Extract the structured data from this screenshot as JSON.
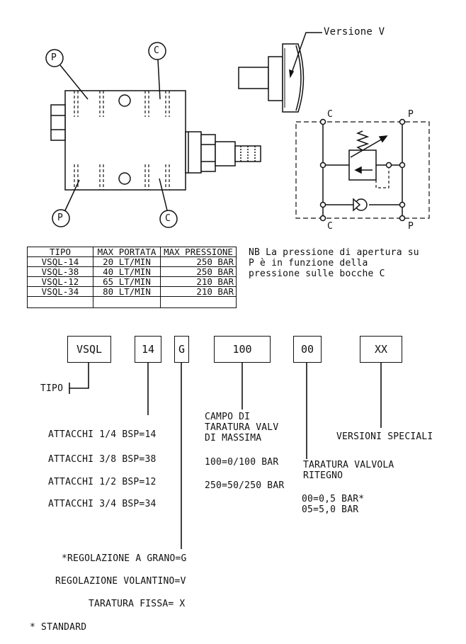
{
  "drawing": {
    "port_p": "P",
    "port_c": "C",
    "version_label": "Versione V"
  },
  "schematic": {
    "top_left": "C",
    "top_right": "P",
    "bottom_left": "C",
    "bottom_right": "P"
  },
  "table": {
    "headers": [
      "TIPO",
      "MAX PORTATA",
      "MAX PRESSIONE"
    ],
    "rows": [
      [
        "VSQL-14",
        "20 LT/MIN",
        "250 BAR"
      ],
      [
        "VSQL-38",
        "40 LT/MIN",
        "250 BAR"
      ],
      [
        "VSQL-12",
        "65 LT/MIN",
        "210 BAR"
      ],
      [
        "VSQL-34",
        "80 LT/MIN",
        "210 BAR"
      ],
      [
        "",
        "",
        ""
      ]
    ]
  },
  "note": {
    "line1": "NB La pressione di apertura su",
    "line2": "P è in funzione della",
    "line3": "pressione sulle bocche C"
  },
  "code_boxes": [
    "VSQL",
    "14",
    "G",
    "100",
    "00",
    "XX"
  ],
  "tipo_label": "TIPO",
  "attacchi": [
    "ATTACCHI 1/4 BSP=14",
    "ATTACCHI 3/8 BSP=38",
    "ATTACCHI 1/2 BSP=12",
    "ATTACCHI 3/4 BSP=34"
  ],
  "campo": {
    "line1": "CAMPO DI",
    "line2": "TARATURA VALV",
    "line3": "DI MASSIMA",
    "opt1": "100=0/100 BAR",
    "opt2": "250=50/250 BAR"
  },
  "ritegno": {
    "line1": "TARATURA VALVOLA",
    "line2": "RITEGNO",
    "opt1": "00=0,5 BAR*",
    "opt2": "05=5,0 BAR"
  },
  "versioni": "VERSIONI SPECIALI",
  "regolazione": [
    "*REGOLAZIONE A GRANO=G",
    "REGOLAZIONE VOLANTINO=V",
    "TARATURA FISSA= X"
  ],
  "standard": "* STANDARD"
}
